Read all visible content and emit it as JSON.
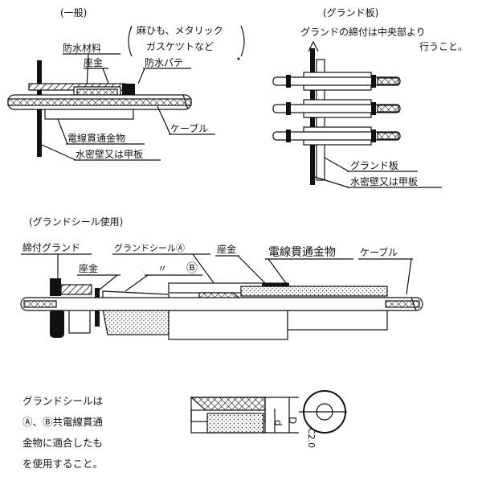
{
  "general": {
    "title": "(一般)",
    "note1": "麻ひも、メタリック",
    "note2": "ガスケツトなど",
    "waterproof_material": "防水材料",
    "washer": "座金",
    "waterproof_putty": "防水パテ",
    "cable": "ケーブル",
    "through_fitting": "電線貫通金物",
    "bulkhead": "水密壁又は甲板"
  },
  "gland_plate": {
    "title": "(グランド板)",
    "instruction1": "グランドの締付は中央部より",
    "instruction2": "行うこと。",
    "gland_plate_label": "グランド板",
    "bulkhead": "水密壁又は甲板"
  },
  "gland_seal": {
    "title": "(グランドシール使用)",
    "tightening_gland": "締付グランド",
    "gland_seal_a": "グランドシールⒶ",
    "washer_top": "座金",
    "through_fitting": "電線貫通金物",
    "cable": "ケーブル",
    "washer_left": "座金",
    "ditto": "〃",
    "gland_seal_b": "Ⓑ"
  },
  "footer": {
    "note_lines": [
      "グランドシールは",
      "Ⓐ、Ⓑ共電線貫通",
      "金物に適合したも",
      "を使用すること。"
    ],
    "dim_d": "d",
    "dim_D": "D",
    "dim_c": "C2.0"
  }
}
